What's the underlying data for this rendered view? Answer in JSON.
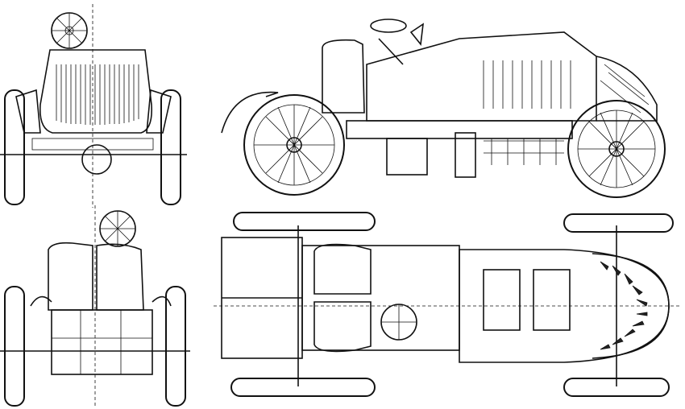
{
  "drawing": {
    "subject": "vintage-racing-car-blueprint",
    "views": [
      "front",
      "rear",
      "side",
      "top"
    ],
    "colors": {
      "line": "#111111",
      "background": "#ffffff"
    }
  }
}
